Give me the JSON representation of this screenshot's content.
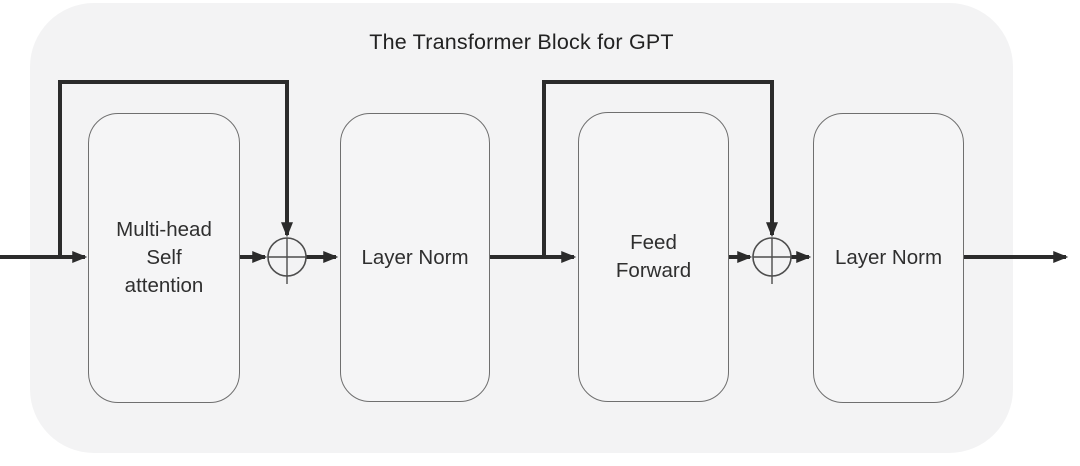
{
  "diagram": {
    "title": "The Transformer Block for GPT",
    "blocks": [
      {
        "id": "multi-head-self-attention",
        "label": "Multi-head\nSelf\nattention"
      },
      {
        "id": "layer-norm-1",
        "label": "Layer Norm"
      },
      {
        "id": "feed-forward",
        "label": "Feed\nForward"
      },
      {
        "id": "layer-norm-2",
        "label": "Layer Norm"
      }
    ],
    "operators": [
      {
        "id": "add-1",
        "type": "elementwise-add",
        "symbol": "⊕"
      },
      {
        "id": "add-2",
        "type": "elementwise-add",
        "symbol": "⊕"
      }
    ],
    "flow": [
      "input -> Multi-head Self attention",
      "input -> add-1 (residual skip over attention)",
      "Multi-head Self attention -> add-1",
      "add-1 -> Layer Norm (1)",
      "Layer Norm (1) -> Feed Forward",
      "Layer Norm (1) -> add-2 (residual skip over feed forward)",
      "Feed Forward -> add-2",
      "add-2 -> Layer Norm (2)",
      "Layer Norm (2) -> output"
    ],
    "colors": {
      "canvas_bg": "#ffffff",
      "panel_bg": "#f3f3f4",
      "box_fill": "#f5f5f6",
      "box_border": "#6f6f6f",
      "arrow": "#2b2b2b",
      "text": "#2f2f2f"
    }
  }
}
